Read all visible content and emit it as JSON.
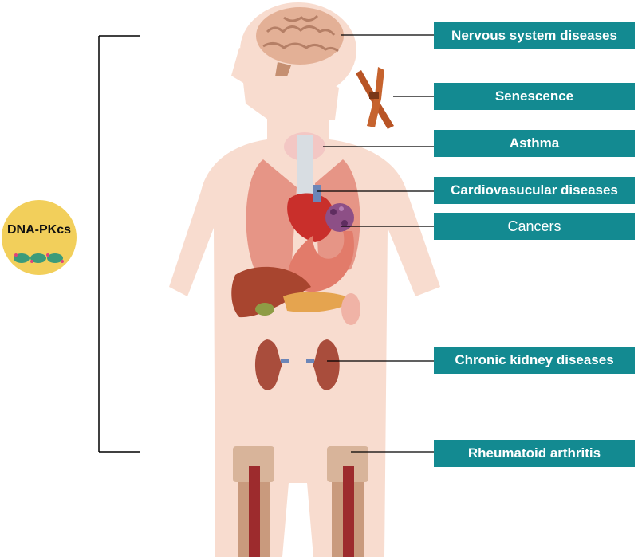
{
  "hub": {
    "label": "DNA-PKcs"
  },
  "diseases": [
    {
      "label": "Nervous system diseases"
    },
    {
      "label": "Senescence"
    },
    {
      "label": "Asthma"
    },
    {
      "label": "Cardiovasucular diseases"
    },
    {
      "label": "Cancers"
    },
    {
      "label": "Chronic kidney diseases"
    },
    {
      "label": "Rheumatoid arthritis"
    }
  ],
  "colors": {
    "label_bg": "#138a91",
    "label_text": "#ffffff",
    "hub_circle": "#f2cf5b",
    "skin": "#f8dccf",
    "connector": "#000000"
  }
}
